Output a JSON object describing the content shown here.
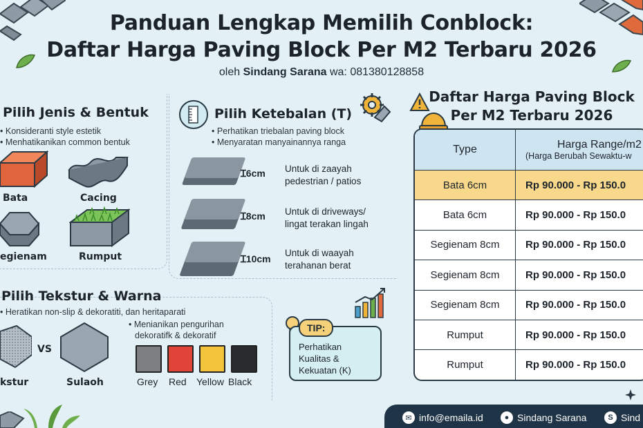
{
  "header": {
    "title_line1": "Panduan Lengkap Memilih Conblock:",
    "title_line2": "Daftar Harga Paving Block Per M2 Terbaru 2026",
    "byline_prefix": "oleh",
    "byline_name": "Sindang Sarana",
    "byline_contact": "wa: 081380128858"
  },
  "section_shape": {
    "title": "Pilih Jenis & Bentuk",
    "bullets": [
      "Konsideranti style estetik",
      "Menhatikanikan common bentuk"
    ],
    "shapes": [
      "Bata",
      "Cacing",
      "egienam",
      "Rumput"
    ]
  },
  "section_thickness": {
    "title": "Pilih Ketebalan (T)",
    "bullets": [
      "Perhatikan triebalan paving block",
      "Menyaratan manyainannya ranga"
    ],
    "items": [
      {
        "label": "6cm",
        "desc1": "Untuk di zaayah",
        "desc2": "pedestrian / patios"
      },
      {
        "label": "8cm",
        "desc1": "Untuk di driveways/",
        "desc2": "lingat terakan lingah"
      },
      {
        "label": "10cm",
        "desc1": "Untuk di waayah",
        "desc2": "terahanan berat"
      }
    ]
  },
  "section_texture": {
    "title": "Pilih Tekstur & Warna",
    "bullet_main": "Heratikan non-slip & dekoratiti, dan heritaparati",
    "bullet_color_1": "Menianikan pengurihan",
    "bullet_color_2": "dekoratifk & dekoratif",
    "texture_left": "kstur",
    "vs": "VS",
    "texture_right": "Sulaoh",
    "colors": [
      {
        "name": "Grey",
        "hex": "#7d7f82"
      },
      {
        "name": "Red",
        "hex": "#e04438"
      },
      {
        "name": "Yellow",
        "hex": "#f4c43a"
      },
      {
        "name": "Black",
        "hex": "#2a2b2d"
      }
    ]
  },
  "tip": {
    "tag": "TIP:",
    "line1": "Perhatikan",
    "line2": "Kualitas &",
    "line3": "Kekuatan (K)"
  },
  "price_table": {
    "title_line1": "Daftar Harga Paving Block",
    "title_line2": "Per M2 Terbaru 2026",
    "col_type": "Type",
    "col_price": "Harga Range/m2",
    "col_price_note": "(Harga Berubah Sewaktu-w",
    "rows": [
      {
        "type": "Bata 6cm",
        "price": "Rp 90.000 - Rp 150.0"
      },
      {
        "type": "Bata 6cm",
        "price": "Rp 90.000 - Rp 150.0"
      },
      {
        "type": "Segienam 8cm",
        "price": "Rp 90.000 - Rp 150.0"
      },
      {
        "type": "Segienam 8cm",
        "price": "Rp 90.000 - Rp 150.0"
      },
      {
        "type": "Segienam 8cm",
        "price": "Rp 90.000 - Rp 150.0"
      },
      {
        "type": "Rumput",
        "price": "Rp 90.000 - Rp 150.0"
      },
      {
        "type": "Rumput",
        "price": "Rp 90.000 - Rp 150.0"
      }
    ],
    "highlight_color": "#f8d98c"
  },
  "footer": {
    "email": "info@emaila.id",
    "location": "Sindang Sarana",
    "brand": "Sind",
    "icons": [
      "mail-icon",
      "location-pin-icon",
      "brand-logo-icon"
    ]
  }
}
